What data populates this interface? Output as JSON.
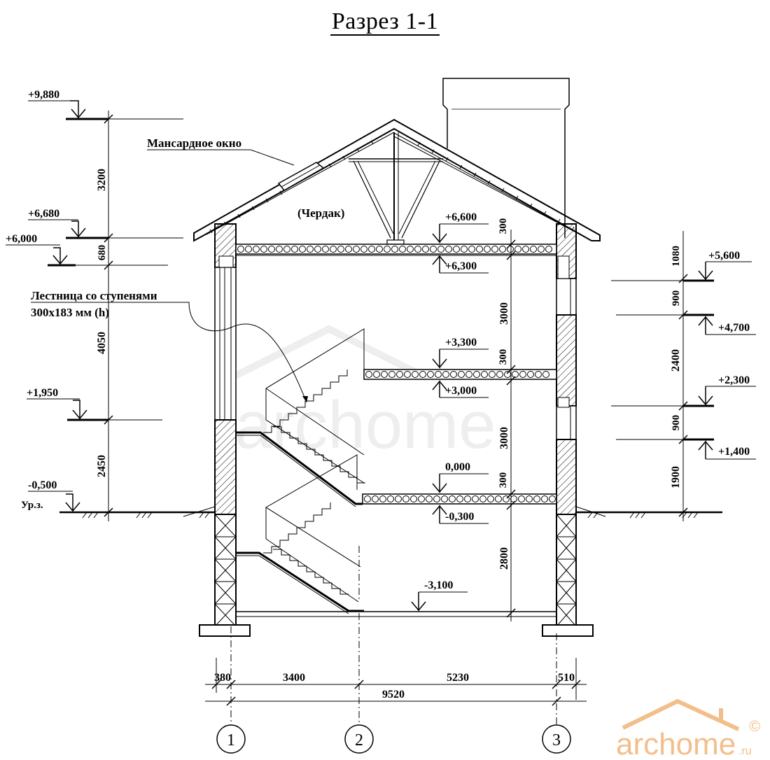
{
  "title": "Разрез 1-1",
  "labels": {
    "dormer": "Мансардное окно",
    "attic": "(Чердак)",
    "stairs_line1": "Лестница со ступенями",
    "stairs_line2": "300х183 мм (h)",
    "ground": "Ур.з."
  },
  "left_elevations": [
    "+9,880",
    "+6,680",
    "+6,000",
    "+1,950",
    "-0,500"
  ],
  "left_dims": [
    "3200",
    "680",
    "4050",
    "2450"
  ],
  "floor_marks": [
    "+6,600",
    "+6,300",
    "+3,300",
    "+3,000",
    "0,000",
    "-0,300",
    "-3,100"
  ],
  "center_dims": [
    "300",
    "3000",
    "300",
    "3000",
    "300",
    "2800"
  ],
  "right_elevations": [
    "+5,600",
    "+4,700",
    "+2,300",
    "+1,400"
  ],
  "right_dims": [
    "1080",
    "900",
    "2400",
    "900",
    "1900"
  ],
  "bottom_dims": [
    "380",
    "3400",
    "5230",
    "510"
  ],
  "total_dim": "9520",
  "axes": [
    "1",
    "2",
    "3"
  ],
  "watermark": {
    "text": "archome",
    "suffix": ".ru",
    "mark": "©",
    "color": "#f2bf8c"
  }
}
